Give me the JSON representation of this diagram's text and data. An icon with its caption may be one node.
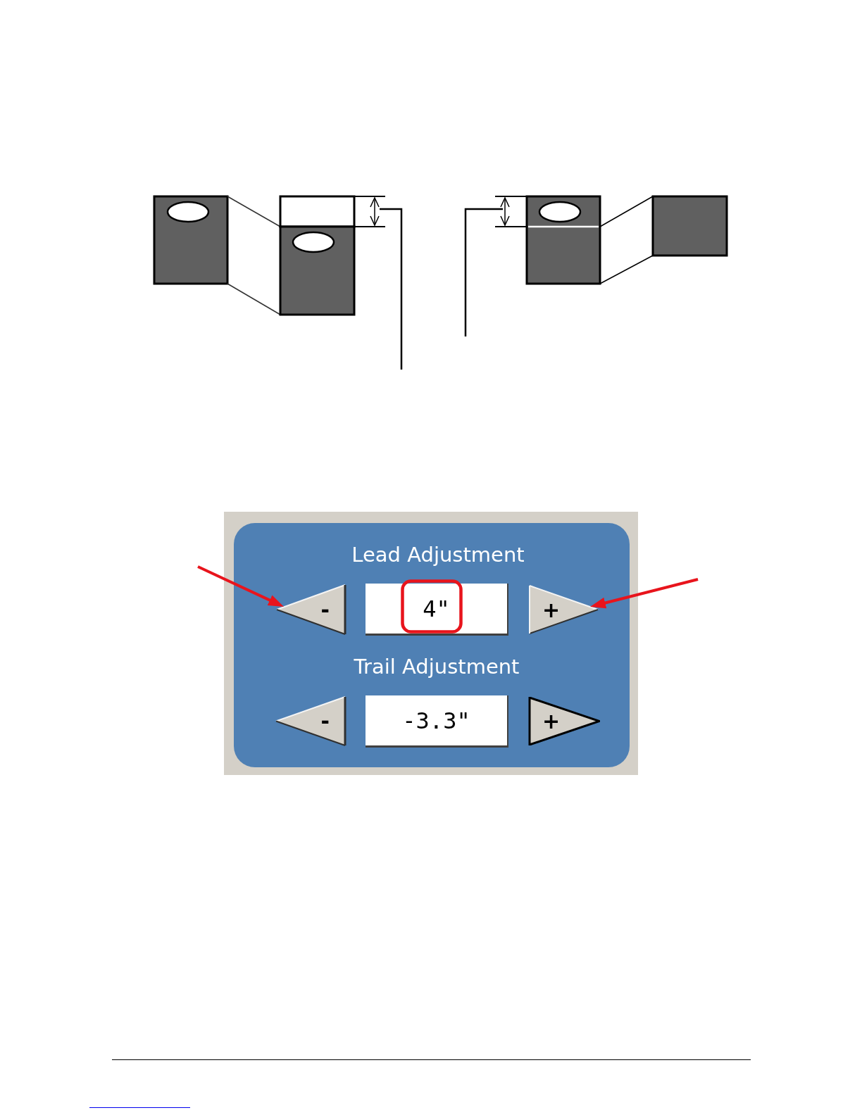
{
  "diagram": {
    "nodes": [
      {
        "text": [
          "Lead Adjustment",
          "Trail Adjustment"
        ]
      },
      {
        "text": [
          "-"
        ],
        "in": 0
      },
      {
        "text": [
          "4\""
        ],
        "in": 0
      },
      {
        "text": [
          "+"
        ],
        "in": 0
      },
      {
        "text": [
          "-"
        ],
        "in": 0
      },
      {
        "text": [
          "-3.3\""
        ],
        "in": 0
      },
      {
        "text": [
          "+"
        ],
        "in": 0
      }
    ],
    "edges": [
      {
        "from": null,
        "to": 1,
        "arrow": "to"
      },
      {
        "from": null,
        "to": 3,
        "arrow": "to"
      }
    ]
  }
}
